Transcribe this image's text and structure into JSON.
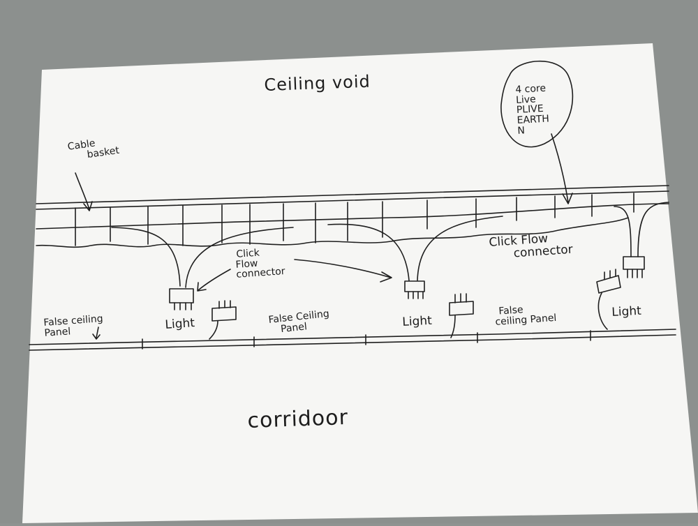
{
  "diagram": {
    "title": "Ceiling void",
    "cable_basket_label": [
      "Cable",
      "basket"
    ],
    "core_callout": [
      "4 core",
      "Live",
      "PLIVE",
      "EARTH",
      "N"
    ],
    "connector_label_left": [
      "Click",
      "Flow",
      "connector"
    ],
    "connector_label_right": [
      "Click Flow",
      "connector"
    ],
    "light_labels": [
      "Light",
      "Light",
      "Light"
    ],
    "panel_labels": {
      "left": [
        "False ceiling",
        "Panel"
      ],
      "middle": [
        "False Ceiling",
        "Panel"
      ],
      "right": [
        "False",
        "ceiling Panel"
      ]
    },
    "corridor_label": "corridoor"
  }
}
